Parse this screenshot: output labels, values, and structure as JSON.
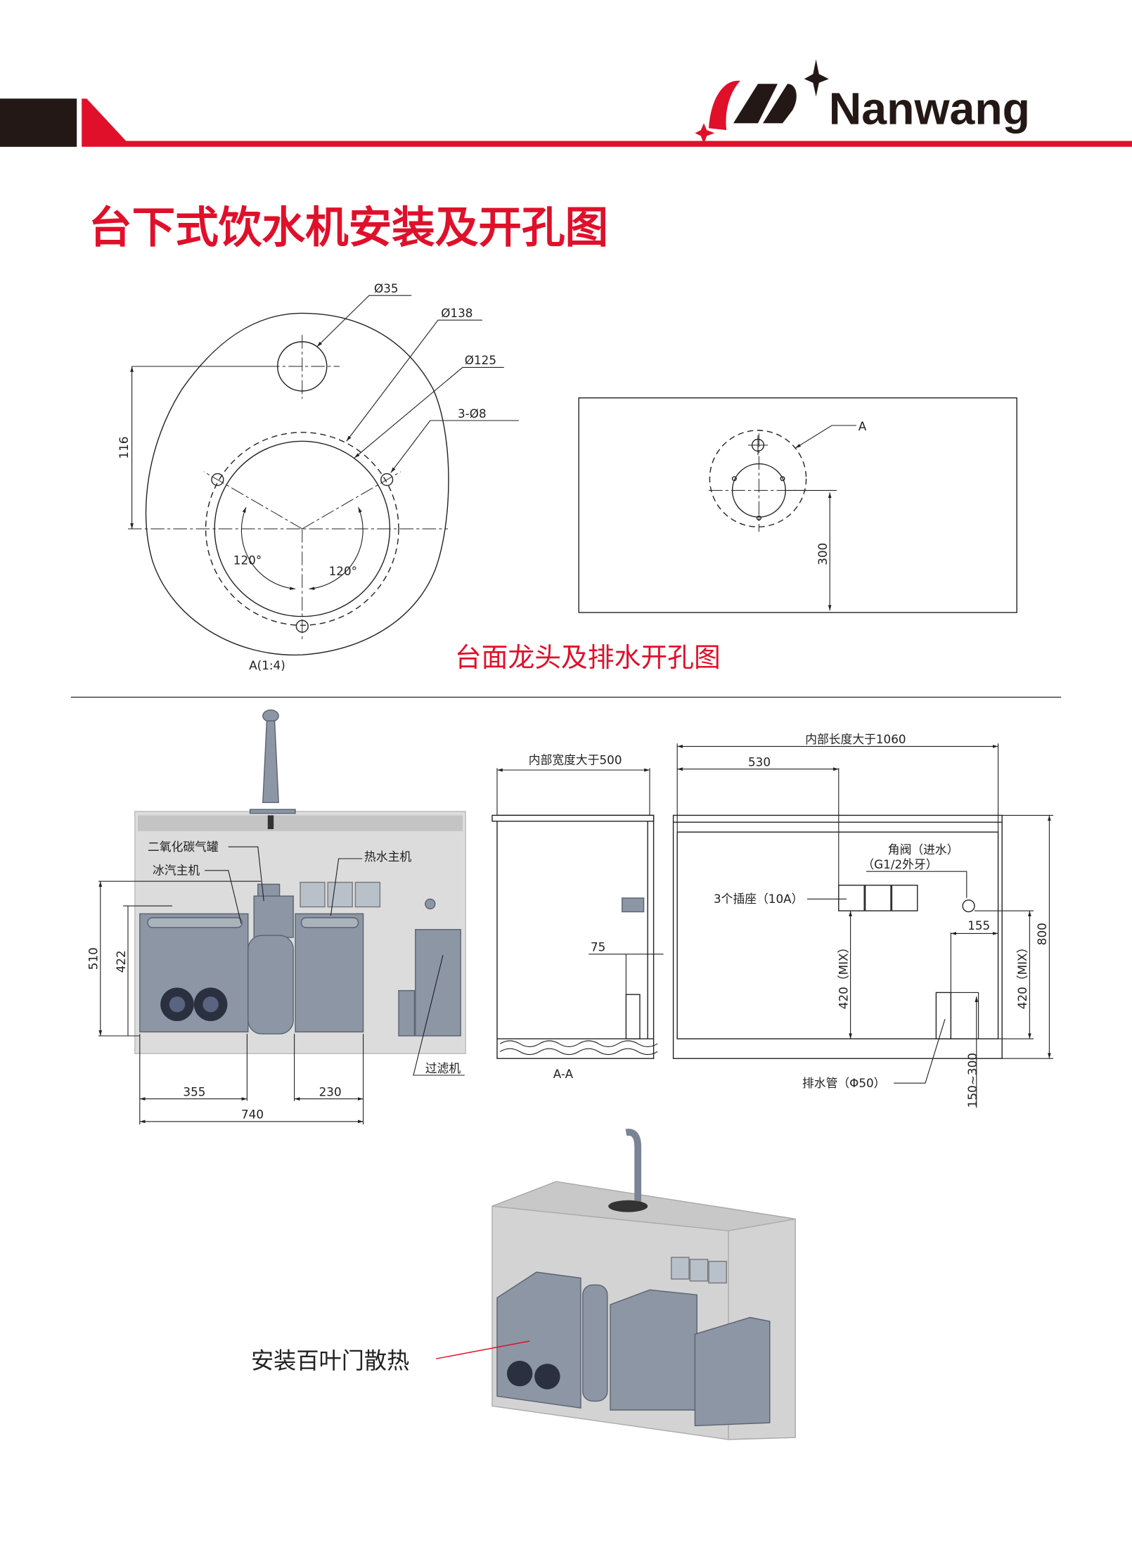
{
  "header": {
    "brand": "Nanwang",
    "colors": {
      "accent": "#e0102a",
      "dark": "#231815"
    }
  },
  "title": "台下式饮水机安装及开孔图",
  "detail_a": {
    "d35": "Ø35",
    "d138": "Ø138",
    "d125": "Ø125",
    "holes": "3-Ø8",
    "dim_116": "116",
    "angle_left": "120°",
    "angle_right": "120°",
    "caption": "A(1:4)"
  },
  "countertop": {
    "marker": "A",
    "dim_300": "300",
    "caption": "台面龙头及排水开孔图"
  },
  "front_view": {
    "co2_tank": "二氧化碳气罐",
    "ice_unit": "冰汽主机",
    "hot_unit": "热水主机",
    "filter": "过滤机",
    "dim_510": "510",
    "dim_422": "422",
    "dim_355": "355",
    "dim_230": "230",
    "dim_740": "740"
  },
  "section_aa": {
    "width_label": "内部宽度大于500",
    "dim_75": "75",
    "caption": "A-A"
  },
  "cabinet_view": {
    "length_label": "内部长度大于1060",
    "dim_530": "530",
    "angle_valve": "角阀（进水）",
    "angle_valve_spec": "（G1/2外牙）",
    "sockets": "3个插座（10A）",
    "dim_155": "155",
    "dim_420_left": "420（MIX）",
    "dim_420_right": "420（MIX）",
    "dim_800": "800",
    "drain": "排水管（Φ50）",
    "dim_150_300": "150~300"
  },
  "render_3d": {
    "louver_note": "安装百叶门散热"
  }
}
